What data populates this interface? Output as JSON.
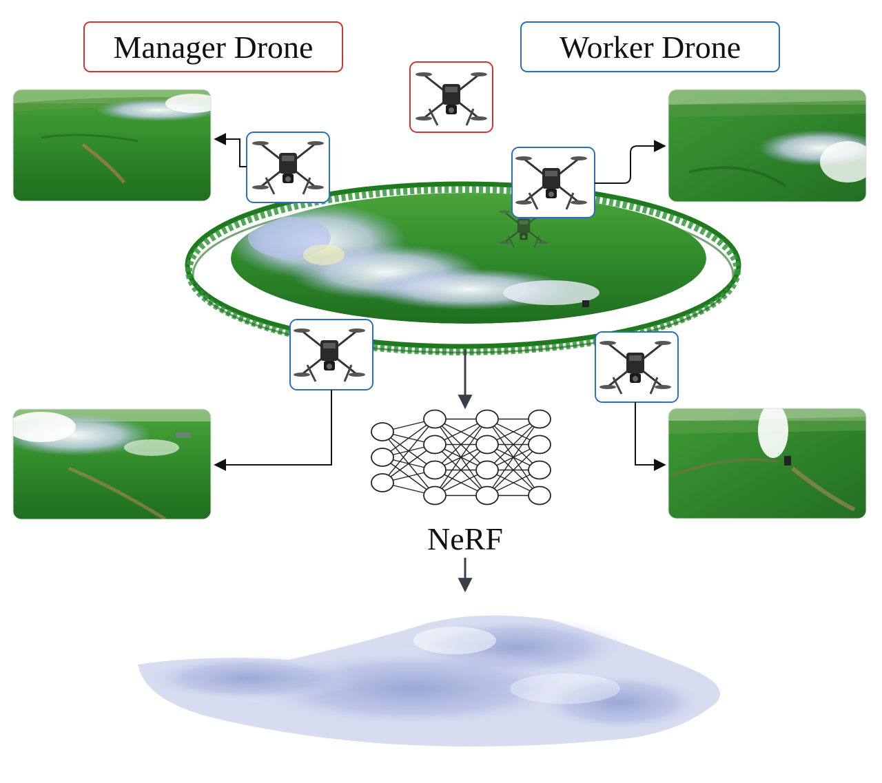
{
  "legend": {
    "manager_label": "Manager Drone",
    "worker_label": "Worker Drone",
    "manager_color": "#d0342c",
    "worker_color": "#2a6fbf"
  },
  "network": {
    "label": "NeRF",
    "layers": [
      3,
      4,
      4,
      4
    ]
  },
  "colors": {
    "grass": "#2f8a2a",
    "smoke": "#c8d2ee",
    "arrow": "#3a3f47"
  },
  "icons": {
    "drone": "drone-icon",
    "neural_network": "neural-network-icon"
  }
}
